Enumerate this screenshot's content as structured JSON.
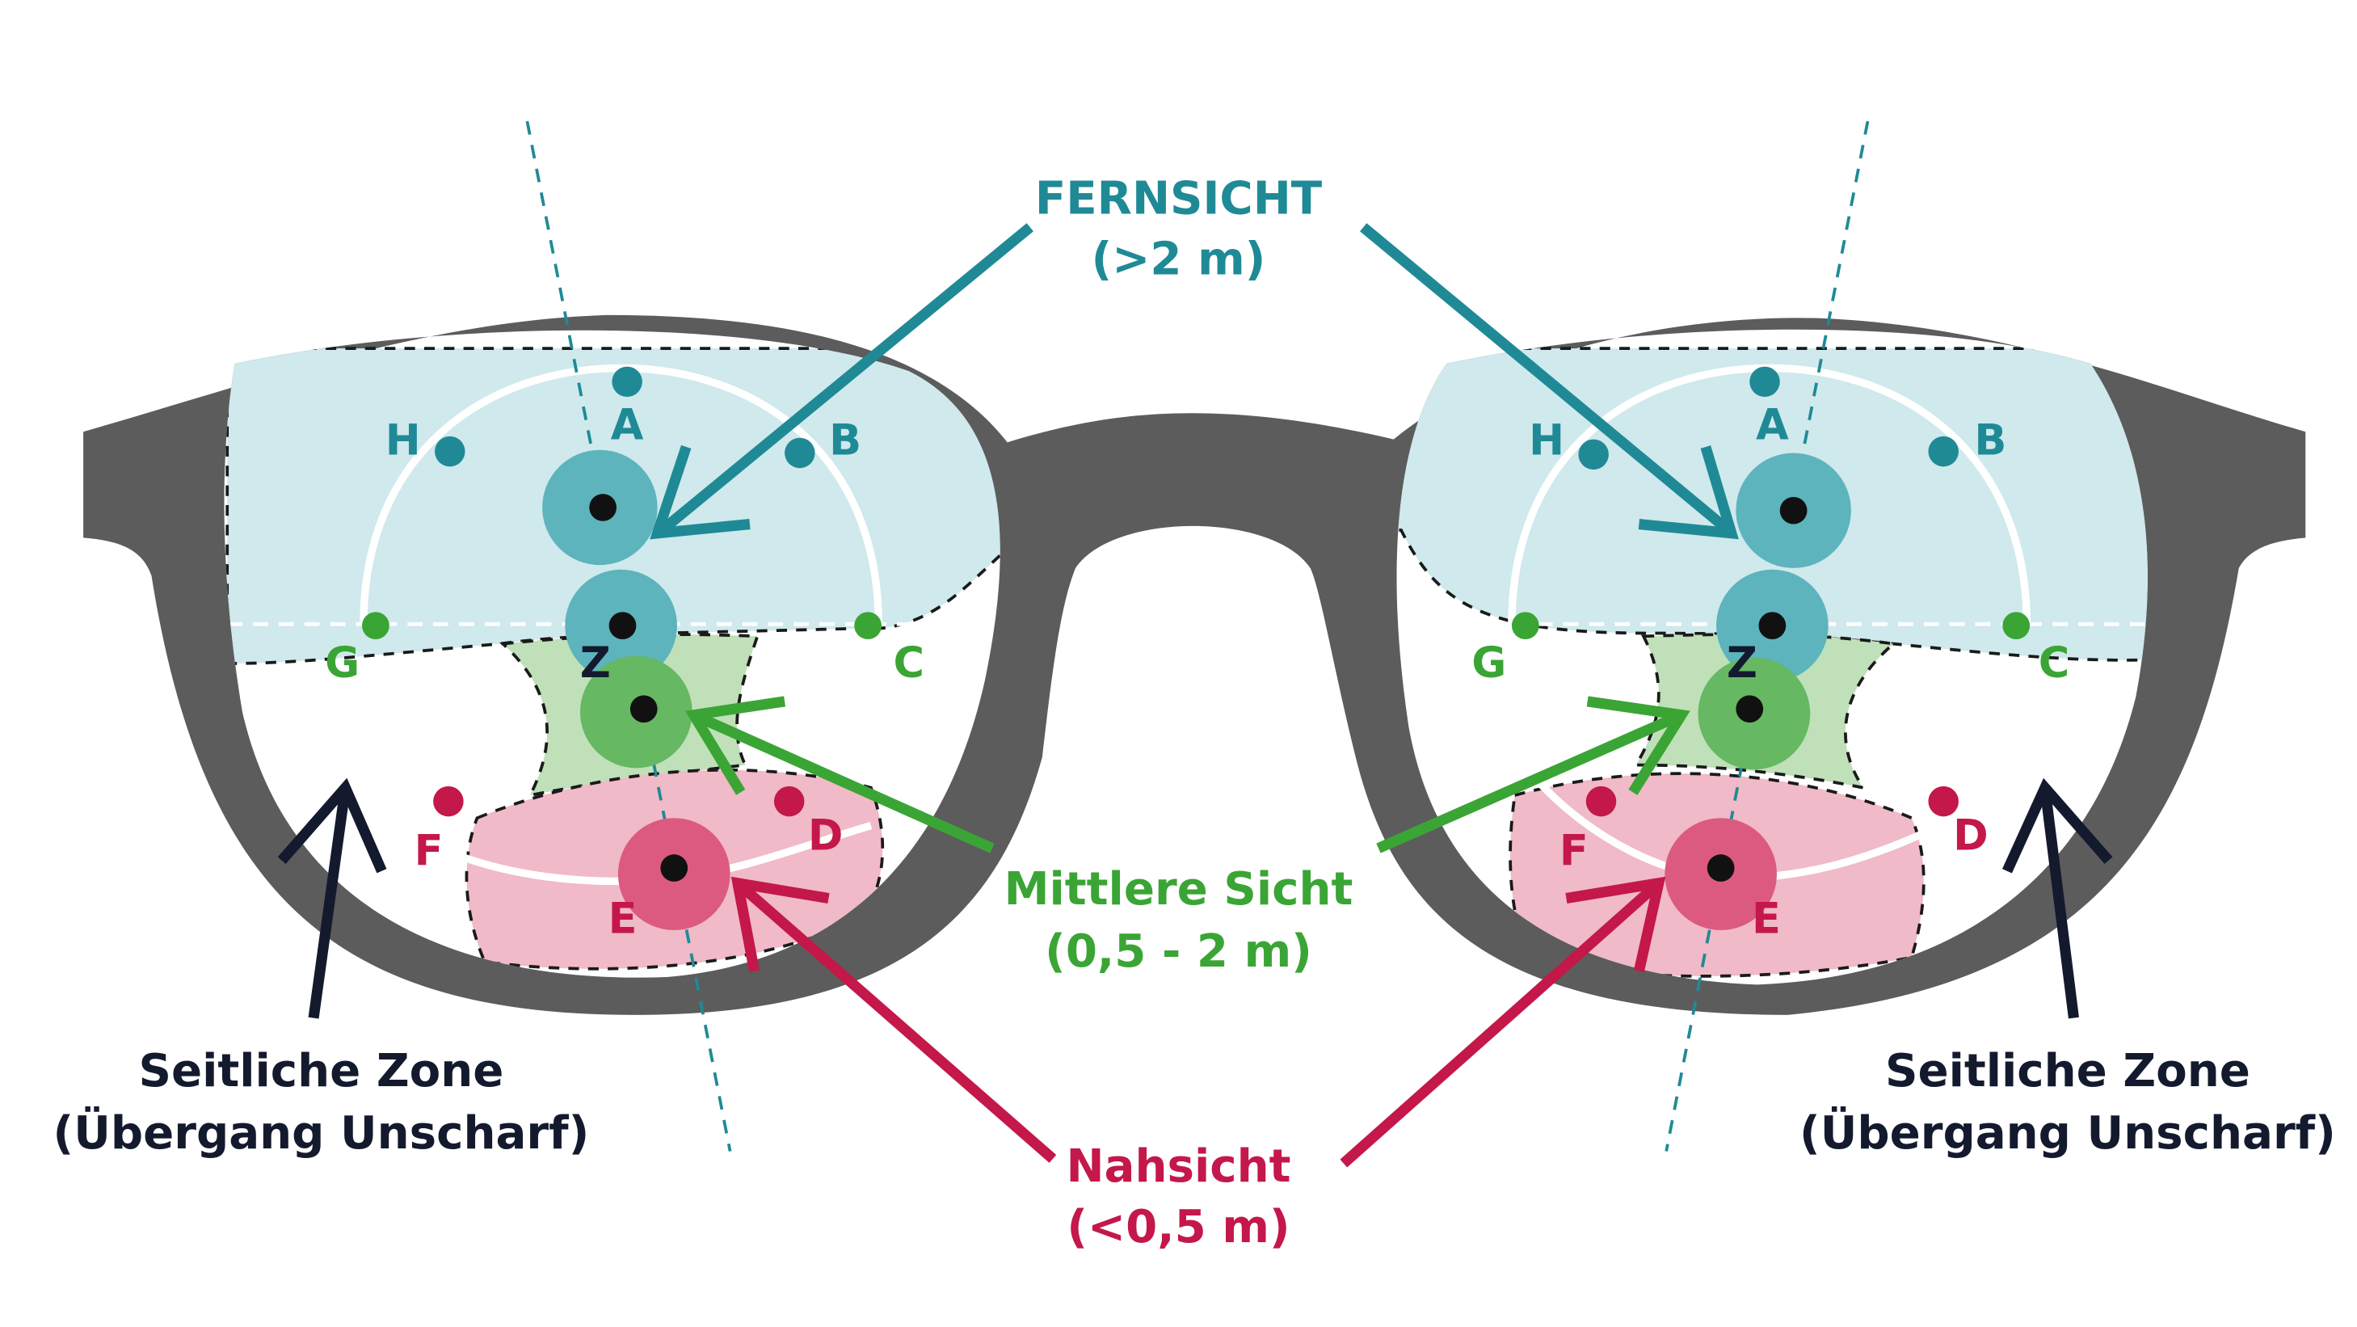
{
  "colors": {
    "far": "#1f8a96",
    "far_zone": "#cfe9ec",
    "far_circle": "#5db4bd",
    "mid": "#3aa535",
    "mid_zone": "#bfe0b8",
    "mid_circle": "#66b863",
    "near": "#c4174a",
    "near_zone": "#f0bac8",
    "near_circle": "#dc5a80",
    "side": "#141a2e",
    "frame": "#5c5c5c"
  },
  "labels": {
    "far_title": "FERNSICHT",
    "far_range": "(>2 m)",
    "mid_title": "Mittlere Sicht",
    "mid_range": "(0,5 - 2 m)",
    "near_title": "Nahsicht",
    "near_range": "(<0,5 m)",
    "side_title": "Seitliche Zone",
    "side_desc": "(Übergang Unscharf)"
  },
  "points": {
    "A": "A",
    "B": "B",
    "C": "C",
    "D": "D",
    "E": "E",
    "F": "F",
    "G": "G",
    "H": "H",
    "Z": "Z"
  }
}
